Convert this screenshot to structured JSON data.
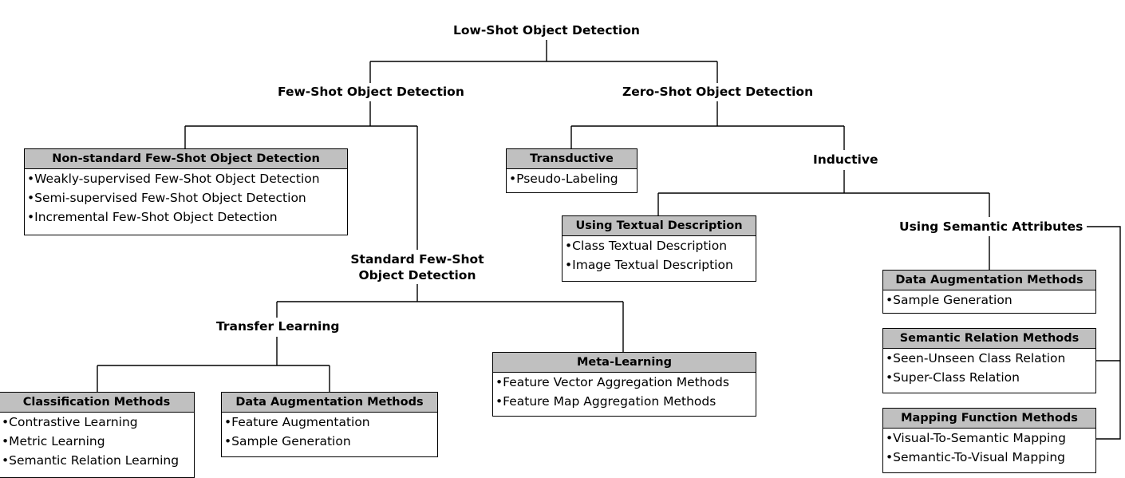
{
  "root": {
    "title": "Low-Shot Object Detection"
  },
  "few_shot": {
    "title": "Few-Shot Object Detection"
  },
  "zero_shot": {
    "title": "Zero-Shot Object Detection"
  },
  "non_standard": {
    "title": "Non-standard Few-Shot Object Detection",
    "items": [
      "•Weakly-supervised Few-Shot Object Detection",
      "•Semi-supervised Few-Shot Object Detection",
      "•Incremental Few-Shot Object Detection"
    ]
  },
  "standard": {
    "line1": "Standard Few-Shot",
    "line2": "Object Detection"
  },
  "transfer": {
    "title": "Transfer Learning"
  },
  "classification": {
    "title": "Classification Methods",
    "items": [
      "•Contrastive Learning",
      "•Metric Learning",
      "•Semantic Relation Learning"
    ]
  },
  "data_aug_fs": {
    "title": "Data Augmentation Methods",
    "items": [
      "•Feature Augmentation",
      "•Sample Generation"
    ]
  },
  "meta": {
    "title": "Meta-Learning",
    "items": [
      "•Feature Vector Aggregation Methods",
      "•Feature Map Aggregation Methods"
    ]
  },
  "transductive": {
    "title": "Transductive",
    "items": [
      "•Pseudo-Labeling"
    ]
  },
  "inductive": {
    "title": "Inductive"
  },
  "textual": {
    "title": "Using Textual Description",
    "items": [
      "•Class Textual Description",
      "•Image Textual Description"
    ]
  },
  "semantic_attr": {
    "title": "Using Semantic Attributes"
  },
  "data_aug_zs": {
    "title": "Data Augmentation Methods",
    "items": [
      "•Sample Generation"
    ]
  },
  "semantic_rel": {
    "title": "Semantic Relation Methods",
    "items": [
      "•Seen-Unseen Class Relation",
      "•Super-Class Relation"
    ]
  },
  "mapping": {
    "title": "Mapping Function Methods",
    "items": [
      "•Visual-To-Semantic Mapping",
      "•Semantic-To-Visual Mapping"
    ]
  }
}
